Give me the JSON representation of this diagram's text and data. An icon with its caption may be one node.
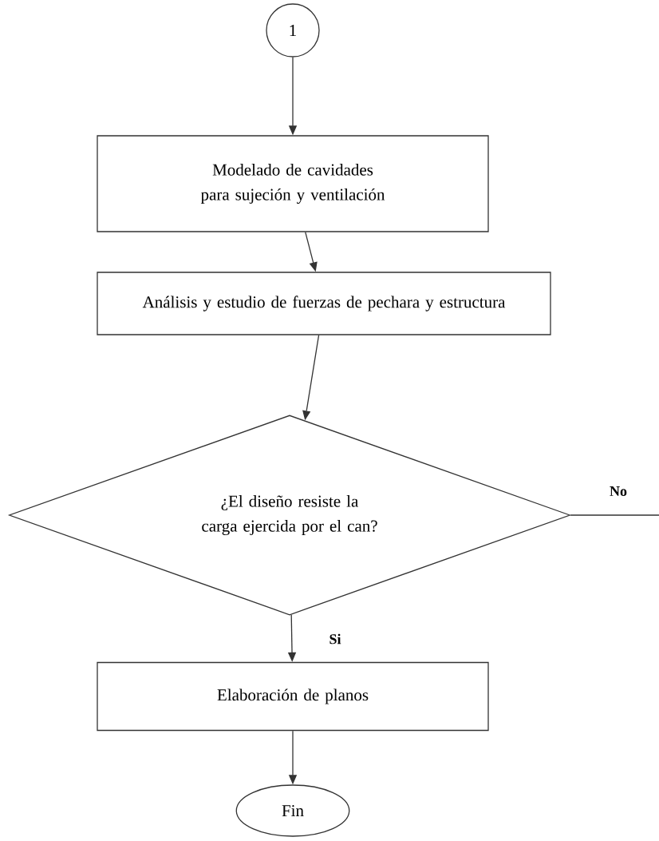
{
  "diagram": {
    "nodes": [
      {
        "text": [
          "1"
        ]
      },
      {
        "text": [
          "Modelado de cavidades para sujeción y ventilación"
        ]
      },
      {
        "text": [
          "Análisis y estudio de fuerzas de pechara y estructura"
        ]
      },
      {
        "text": [
          "¿El diseño resiste la carga ejercida por el can?"
        ]
      },
      {
        "text": [
          "Elaboración de planos"
        ]
      },
      {
        "text": [
          "Fin"
        ]
      }
    ],
    "edges": [
      {
        "from": 0,
        "to": 1,
        "arrow": "to"
      },
      {
        "from": 1,
        "to": 2,
        "arrow": "to"
      },
      {
        "from": 2,
        "to": 3,
        "arrow": "to"
      },
      {
        "from": 3,
        "to": 4,
        "arrow": "to",
        "label": "Si"
      },
      {
        "from": 4,
        "to": 5,
        "arrow": "to"
      },
      {
        "from": 3,
        "to": null,
        "arrow": "none",
        "label": "No"
      }
    ]
  }
}
